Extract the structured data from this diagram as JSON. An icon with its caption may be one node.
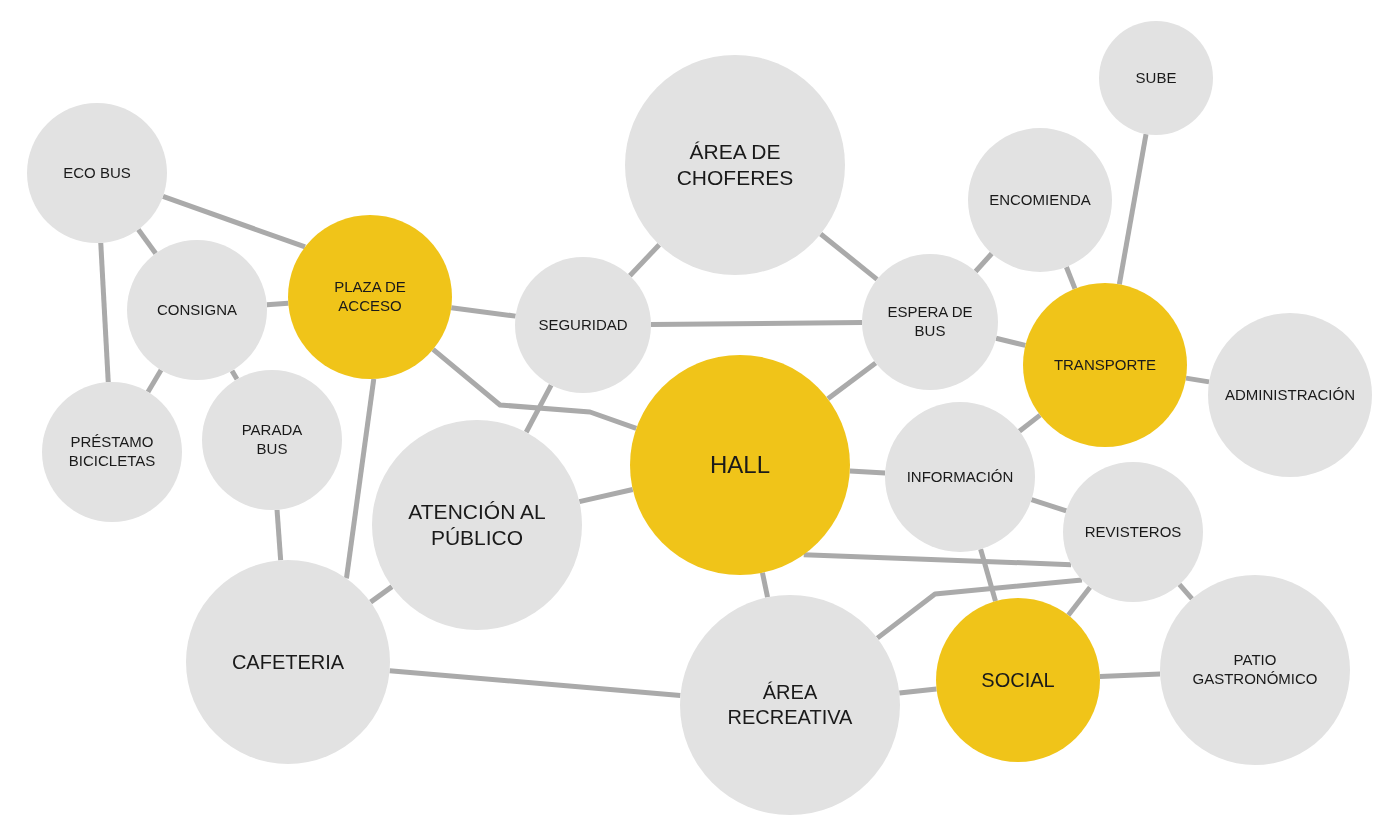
{
  "diagram": {
    "nodes": [
      {
        "text": [
          "ECO BUS"
        ]
      },
      {
        "text": [
          "CONSIGNA"
        ]
      },
      {
        "text": [
          "PLAZA DE ACCESO"
        ]
      },
      {
        "text": [
          "PRÉSTAMO BICICLETAS"
        ]
      },
      {
        "text": [
          "PARADA BUS"
        ]
      },
      {
        "text": [
          "ÁREA DE CHOFERES"
        ]
      },
      {
        "text": [
          "SEGURIDAD"
        ]
      },
      {
        "text": [
          "ATENCIÓN AL PÚBLICO"
        ]
      },
      {
        "text": [
          "HALL"
        ]
      },
      {
        "text": [
          "ESPERA DE BUS"
        ]
      },
      {
        "text": [
          "ENCOMIENDA"
        ]
      },
      {
        "text": [
          "SUBE"
        ]
      },
      {
        "text": [
          "TRANSPORTE"
        ]
      },
      {
        "text": [
          "ADMINISTRACIÓN"
        ]
      },
      {
        "text": [
          "INFORMACIÓN"
        ]
      },
      {
        "text": [
          "REVISTEROS"
        ]
      },
      {
        "text": [
          "CAFETERIA"
        ]
      },
      {
        "text": [
          "ÁREA RECREATIVA"
        ]
      },
      {
        "text": [
          "SOCIAL"
        ]
      },
      {
        "text": [
          "PATIO GASTRONÓMICO"
        ]
      }
    ],
    "edges": [
      {
        "from": 0,
        "to": 2,
        "arrow": "none"
      },
      {
        "from": 0,
        "to": 1,
        "arrow": "none"
      },
      {
        "from": 0,
        "to": 3,
        "arrow": "none"
      },
      {
        "from": 1,
        "to": 2,
        "arrow": "none"
      },
      {
        "from": 1,
        "to": 3,
        "arrow": "none"
      },
      {
        "from": 1,
        "to": 4,
        "arrow": "none"
      },
      {
        "from": 2,
        "to": 6,
        "arrow": "none"
      },
      {
        "from": 2,
        "to": 8,
        "arrow": "none"
      },
      {
        "from": 2,
        "to": 16,
        "arrow": "none"
      },
      {
        "from": 4,
        "to": 16,
        "arrow": "none"
      },
      {
        "from": 6,
        "to": 5,
        "arrow": "none"
      },
      {
        "from": 6,
        "to": 7,
        "arrow": "none"
      },
      {
        "from": 6,
        "to": 9,
        "arrow": "none"
      },
      {
        "from": 5,
        "to": 9,
        "arrow": "none"
      },
      {
        "from": 7,
        "to": 8,
        "arrow": "none"
      },
      {
        "from": 7,
        "to": 16,
        "arrow": "none"
      },
      {
        "from": 8,
        "to": 9,
        "arrow": "none"
      },
      {
        "from": 8,
        "to": 14,
        "arrow": "none"
      },
      {
        "from": 8,
        "to": 15,
        "arrow": "none"
      },
      {
        "from": 8,
        "to": 17,
        "arrow": "none"
      },
      {
        "from": 9,
        "to": 10,
        "arrow": "none"
      },
      {
        "from": 9,
        "to": 12,
        "arrow": "none"
      },
      {
        "from": 10,
        "to": 12,
        "arrow": "none"
      },
      {
        "from": 11,
        "to": 12,
        "arrow": "none"
      },
      {
        "from": 12,
        "to": 13,
        "arrow": "none"
      },
      {
        "from": 12,
        "to": 14,
        "arrow": "none"
      },
      {
        "from": 14,
        "to": 15,
        "arrow": "none"
      },
      {
        "from": 14,
        "to": 18,
        "arrow": "none"
      },
      {
        "from": 15,
        "to": 17,
        "arrow": "none"
      },
      {
        "from": 15,
        "to": 18,
        "arrow": "none"
      },
      {
        "from": 15,
        "to": 19,
        "arrow": "none"
      },
      {
        "from": 18,
        "to": 19,
        "arrow": "none"
      },
      {
        "from": 18,
        "to": 17,
        "arrow": "none"
      },
      {
        "from": 16,
        "to": 17,
        "arrow": "none"
      }
    ]
  }
}
